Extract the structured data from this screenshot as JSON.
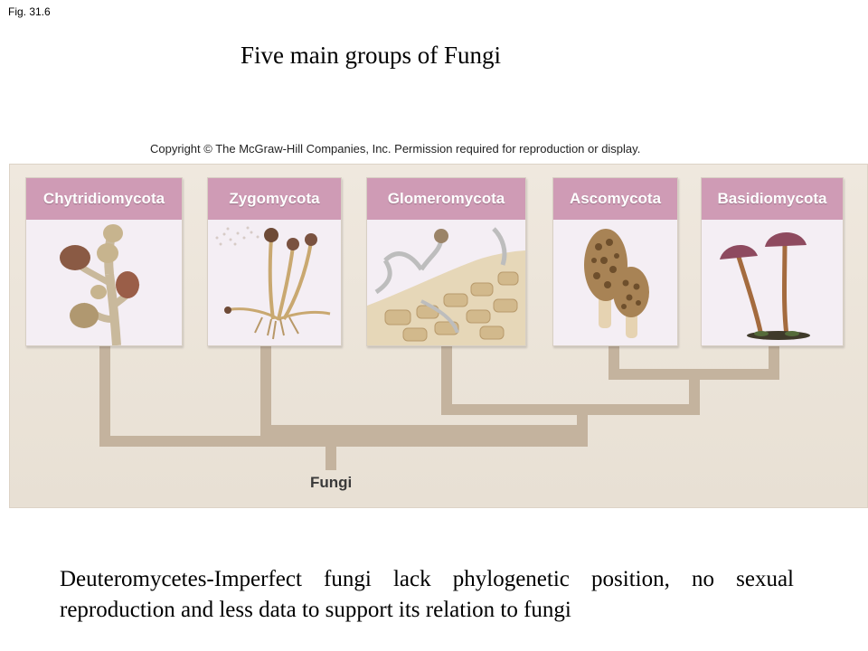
{
  "fig_label": "Fig. 31.6",
  "title": "Five main groups of Fungi",
  "copyright": "Copyright © The McGraw-Hill Companies, Inc. Permission required for reproduction or display.",
  "groups": [
    {
      "label": "Chytridiomycota",
      "icon": "chytrid-illustration"
    },
    {
      "label": "Zygomycota",
      "icon": "zygomycete-illustration"
    },
    {
      "label": "Glomeromycota",
      "icon": "glomeromycete-illustration"
    },
    {
      "label": "Ascomycota",
      "icon": "morel-illustration"
    },
    {
      "label": "Basidiomycota",
      "icon": "mushroom-illustration"
    }
  ],
  "root_label": "Fungi",
  "caption": "Deuteromycetes-Imperfect fungi lack phylogenetic position, no sexual reproduction and less data to support its relation to fungi",
  "colors": {
    "header": "#cf9bb5",
    "branch": "#c4b39e",
    "panel": "#ebe3d8"
  }
}
